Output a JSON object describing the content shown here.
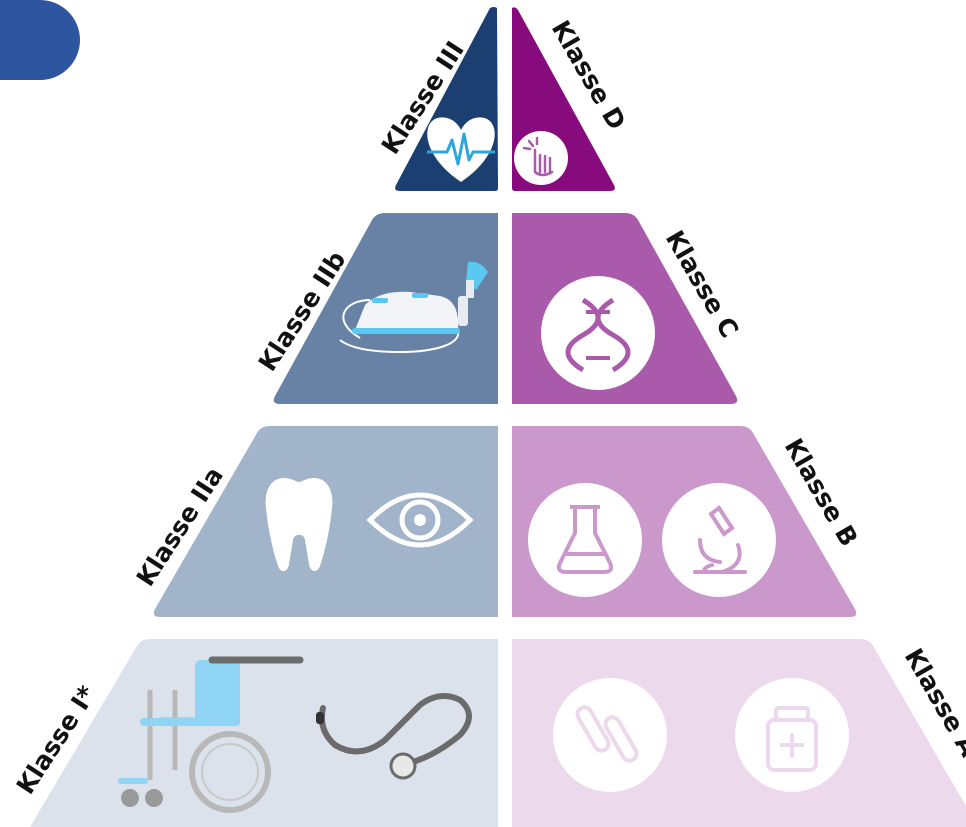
{
  "pyramid": {
    "left": {
      "tiers": [
        {
          "label": "Klasse III",
          "color": "#1b3f70",
          "icons": [
            "heart-pulse-icon"
          ]
        },
        {
          "label": "Klasse IIb",
          "color": "#6782a5",
          "icons": [
            "nebulizer-icon"
          ]
        },
        {
          "label": "Klasse IIa",
          "color": "#a2b4c9",
          "icons": [
            "tooth-icon",
            "eye-icon"
          ]
        },
        {
          "label": "Klasse I*",
          "color": "#dbe2eb",
          "icons": [
            "wheelchair-icon",
            "stethoscope-icon"
          ]
        }
      ]
    },
    "right": {
      "tiers": [
        {
          "label": "Klasse D",
          "color": "#880b7e",
          "icons": [
            "touch-gesture-icon"
          ]
        },
        {
          "label": "Klasse C",
          "color": "#aa5aaa",
          "icons": [
            "dna-icon"
          ]
        },
        {
          "label": "Klasse B",
          "color": "#cb98cc",
          "icons": [
            "flask-icon",
            "microscope-icon"
          ]
        },
        {
          "label": "Klasse A",
          "color": "#ecd9ec",
          "icons": [
            "test-tubes-icon",
            "medicine-bottle-icon"
          ]
        }
      ]
    }
  },
  "decor": {
    "corner_blob_color": "#2d55a0"
  }
}
